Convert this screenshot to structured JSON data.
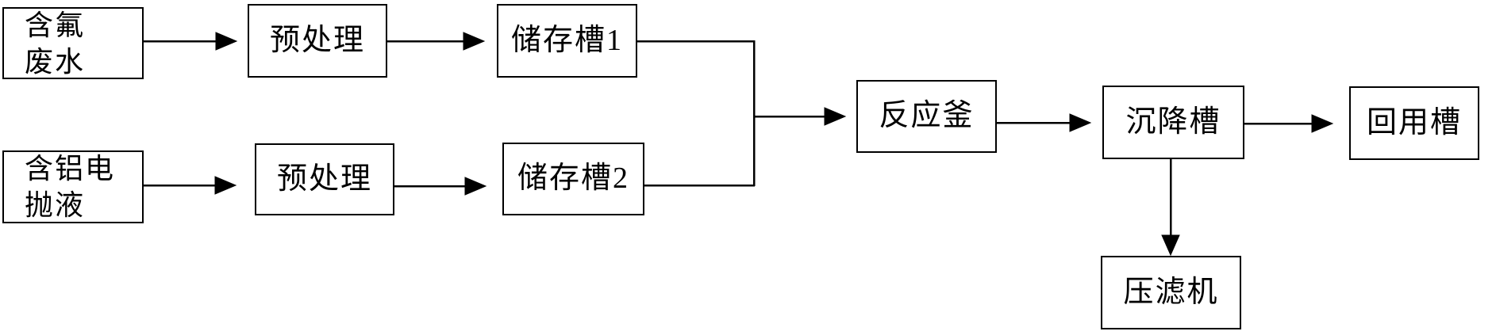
{
  "diagram": {
    "type": "flowchart",
    "direction": "left-to-right",
    "colors": {
      "stroke": "#000000",
      "node_fill": "#ffffff",
      "text": "#000000",
      "background": "#ffffff"
    },
    "nodes": [
      {
        "id": "fluoride-wastewater",
        "label": "含氟\n废水"
      },
      {
        "id": "pretreatment-1",
        "label": "预处理"
      },
      {
        "id": "storage-tank-1",
        "label": "储存槽1"
      },
      {
        "id": "aluminum-electropolishing-liquid",
        "label": "含铝电\n抛液"
      },
      {
        "id": "pretreatment-2",
        "label": "预处理"
      },
      {
        "id": "storage-tank-2",
        "label": "储存槽2"
      },
      {
        "id": "reactor",
        "label": "反应釜"
      },
      {
        "id": "settling-tank",
        "label": "沉降槽"
      },
      {
        "id": "reuse-tank",
        "label": "回用槽"
      },
      {
        "id": "filter-press",
        "label": "压滤机"
      }
    ],
    "edges": [
      {
        "from": "fluoride-wastewater",
        "to": "pretreatment-1"
      },
      {
        "from": "pretreatment-1",
        "to": "storage-tank-1"
      },
      {
        "from": "aluminum-electropolishing-liquid",
        "to": "pretreatment-2"
      },
      {
        "from": "pretreatment-2",
        "to": "storage-tank-2"
      },
      {
        "from": "storage-tank-1",
        "to": "reactor",
        "via": "merge-junction"
      },
      {
        "from": "storage-tank-2",
        "to": "reactor",
        "via": "merge-junction"
      },
      {
        "from": "reactor",
        "to": "settling-tank"
      },
      {
        "from": "settling-tank",
        "to": "reuse-tank"
      },
      {
        "from": "settling-tank",
        "to": "filter-press"
      }
    ]
  }
}
